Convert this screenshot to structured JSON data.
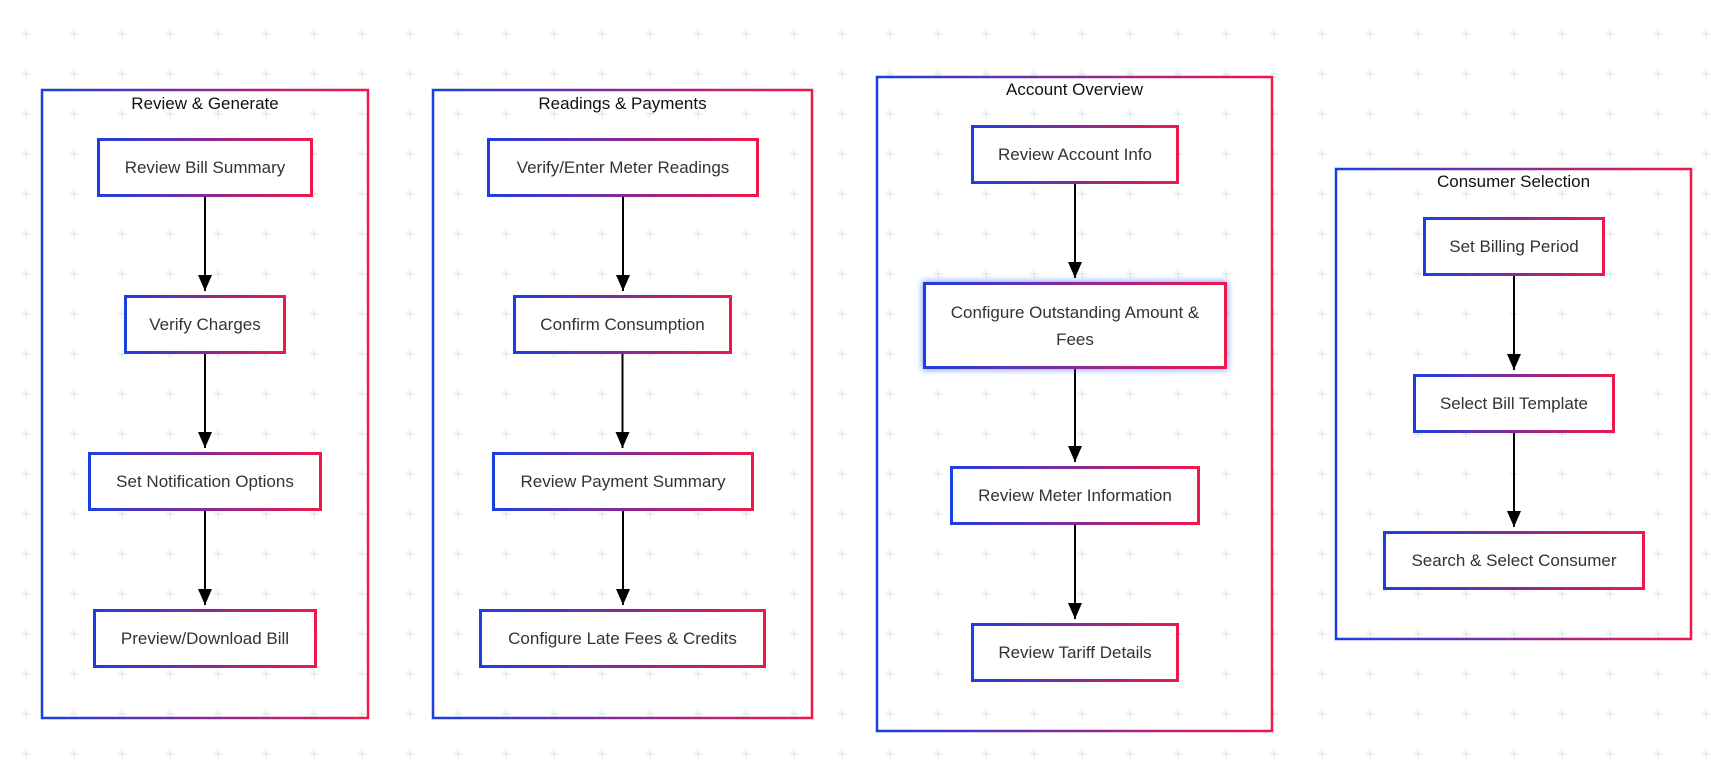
{
  "colors": {
    "frame_start": "#1a3fe0",
    "frame_end": "#f0184a",
    "arrow": "#000000",
    "grid_dot": "#d4ece6",
    "background": "#ffffff"
  },
  "groups": [
    {
      "id": "review-generate",
      "title": "Review & Generate",
      "steps": [
        "Review Bill Summary",
        "Verify Charges",
        "Set Notification Options",
        "Preview/Download Bill"
      ]
    },
    {
      "id": "readings-payments",
      "title": "Readings & Payments",
      "steps": [
        "Verify/Enter Meter Readings",
        "Confirm Consumption",
        "Review Payment Summary",
        "Configure Late Fees & Credits"
      ]
    },
    {
      "id": "account-overview",
      "title": "Account Overview",
      "steps": [
        "Review Account Info",
        "Configure Outstanding Amount & Fees",
        "Review Meter Information",
        "Review Tariff Details"
      ]
    },
    {
      "id": "consumer-selection",
      "title": "Consumer Selection",
      "steps": [
        "Set Billing Period",
        "Select Bill Template",
        "Search & Select Consumer"
      ]
    }
  ]
}
